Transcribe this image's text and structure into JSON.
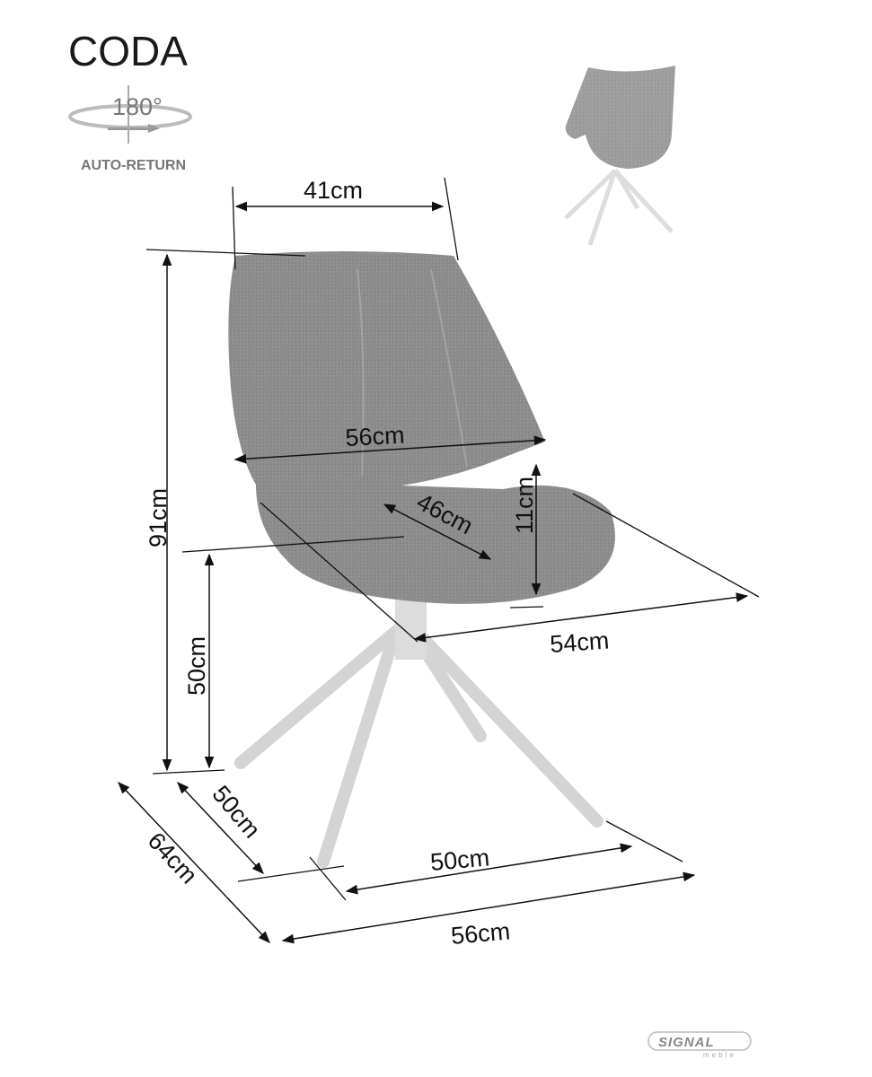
{
  "product": {
    "name": "CODA"
  },
  "rotation_badge": {
    "angle": "180°",
    "label": "AUTO-RETURN"
  },
  "dimensions": {
    "back_width": "41cm",
    "total_width": "56cm",
    "total_height": "91cm",
    "armrest_height": "11cm",
    "seat_depth": "46cm",
    "seat_height": "50cm",
    "total_depth_side": "54cm",
    "base_depth": "50cm",
    "footprint_depth": "64cm",
    "base_width": "50cm",
    "footprint_width": "56cm"
  },
  "brand": {
    "name": "SIGNAL",
    "sub": "meble"
  },
  "colors": {
    "fabric": "#8d8d8d",
    "legs": "#d6d6d6",
    "lines": "#111111"
  }
}
